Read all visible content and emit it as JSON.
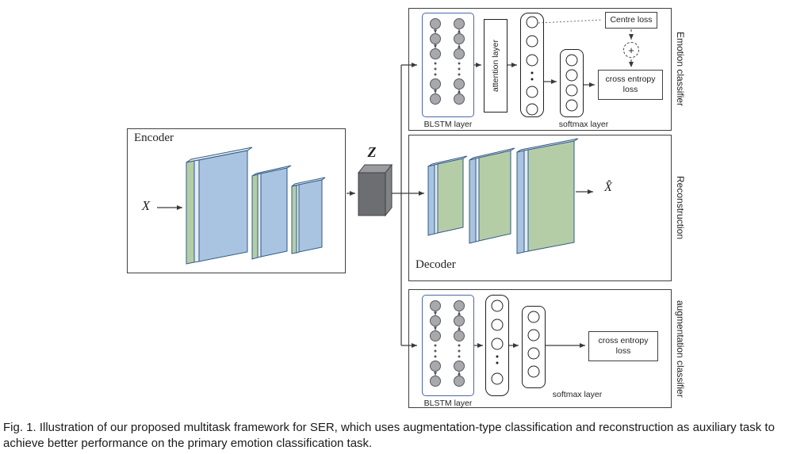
{
  "figure": {
    "caption": "Fig. 1. Illustration of our proposed multitask framework for SER, which uses augmentation-type classification and reconstruction as auxiliary task to achieve better performance on the primary emotion classification task."
  },
  "encoder": {
    "title": "Encoder",
    "input_label": "X"
  },
  "latent": {
    "label": "Z"
  },
  "emotion_classifier": {
    "side_label": "Emotion classifier",
    "blstm_label": "BLSTM layer",
    "attention_label": "attention layer",
    "softmax_label": "softmax layer",
    "centre_loss_label": "Centre loss",
    "plus_label": "+",
    "cross_entropy_label": "cross entropy loss"
  },
  "reconstruction": {
    "side_label": "Reconstruction",
    "decoder_title": "Decoder",
    "output_label": "X̂"
  },
  "augmentation_classifier": {
    "side_label": "augmentation classifier",
    "blstm_label": "BLSTM layer",
    "softmax_label": "softmax layer",
    "cross_entropy_label": "cross entropy loss"
  },
  "colors": {
    "slab_blue": "#a8c4e0",
    "slab_green": "#b5cda6",
    "slab_pale": "#e3ecf5",
    "slab_border": "#335a85",
    "latent_front": "#6d6e71",
    "latent_top": "#9a9b9e",
    "latent_side": "#818285",
    "node_gray": "#a7a9ac",
    "line": "#3a3a3c",
    "blstm_border": "#4a66ac"
  }
}
